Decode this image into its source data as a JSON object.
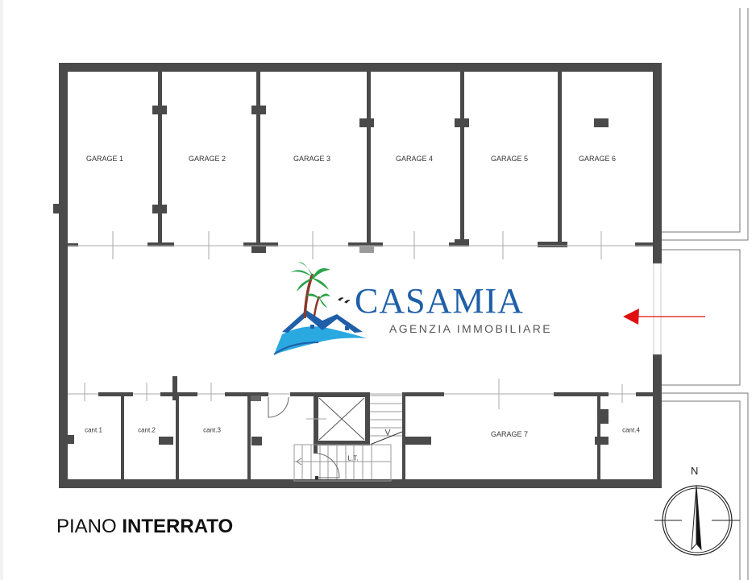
{
  "plan": {
    "title_regular": "PIANO",
    "title_bold": "INTERRATO",
    "rooms": {
      "garage1": "GARAGE 1",
      "garage2": "GARAGE 2",
      "garage3": "GARAGE 3",
      "garage4": "GARAGE 4",
      "garage5": "GARAGE 5",
      "garage6": "GARAGE 6",
      "garage7": "GARAGE 7",
      "cant1": "cant.1",
      "cant2": "cant.2",
      "cant3": "cant.3",
      "cant4": "cant.4",
      "lt": "L.T."
    },
    "compass_label": "N",
    "entrance_arrow_color": "#e01010",
    "wall_color": "#4a4a4a"
  },
  "logo": {
    "brand": "CASAMIA",
    "subtitle": "AGENZIA IMMOBILIARE",
    "brand_color": "#1f5fa8",
    "palm_color": "#2aa44a",
    "trunk_color": "#8b3a2a",
    "water_color": "#29a9e0"
  }
}
